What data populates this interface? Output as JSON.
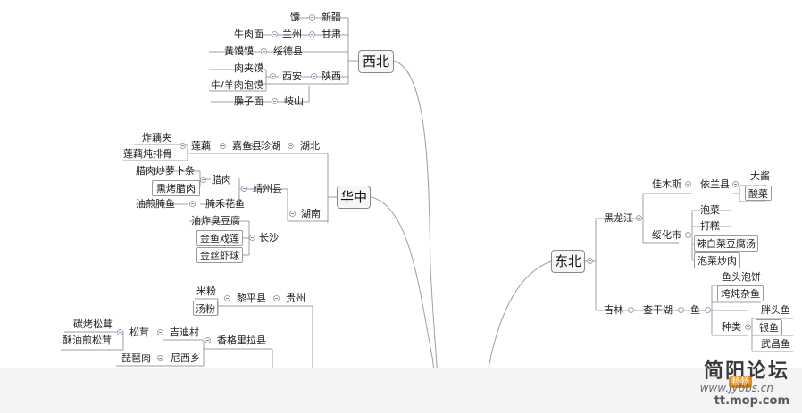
{
  "centers": {
    "xibei": "西北",
    "huazhong": "华中",
    "dongbei": "东北"
  },
  "xibei": {
    "xinjiang": "新疆",
    "nang": "馕",
    "gansu": "甘肃",
    "lanzhou": "兰州",
    "niuroumian": "牛肉面",
    "suidexian": "绥德县",
    "huangmomo": "黄馍馍",
    "shaanxi": "陕西",
    "xian": "西安",
    "roujiamo": "肉夹馍",
    "paomo": "牛/羊肉泡馍",
    "qishan": "岐山",
    "saozimian": "臊子面"
  },
  "huazhong": {
    "hubei": "湖北",
    "zhenhu": "珍湖",
    "jiayuxian": "嘉鱼县",
    "lianou": "莲藕",
    "zhaoujia": "炸藕夹",
    "lianoupaigu": "莲藕炖排骨",
    "hunan": "湖南",
    "jingzhouxian": "靖州县",
    "larou": "腊肉",
    "larouluobo": "腊肉炒萝卜条",
    "xunkaolarou": "熏烤腊肉",
    "yanhehuayu": "腌禾花鱼",
    "youjianyanyu": "油煎腌鱼",
    "changsha": "长沙",
    "choudoufu": "油炸臭豆腐",
    "jinyuxilian": "金鱼戏莲",
    "jinsixiaqiu": "金丝虾球"
  },
  "southwest": {
    "guizhou": "贵州",
    "lipingxian": "黎平县",
    "mifen": "米粉",
    "tangfen": "汤粉",
    "xianggelila": "香格里拉县",
    "jidicun": "吉迪村",
    "songrong": "松茸",
    "tankaosongrong": "碳烤松茸",
    "suyoujiansongrong": "酥油煎松茸",
    "nixixiang": "尼西乡",
    "pipaorou": "琵琶肉"
  },
  "dongbei": {
    "heilongjiang": "黑龙江",
    "jiamusi": "佳木斯",
    "yilanxian": "依兰县",
    "dajiang": "大酱",
    "suancai": "酸菜",
    "suihuashi": "绥化市",
    "paocai": "泡菜",
    "dagao": "打糕",
    "labaicaidoufu": "辣白菜豆腐汤",
    "paocaichaorou": "泡菜炒肉",
    "jilin": "吉林",
    "chaganhu": "查干湖",
    "yu": "鱼",
    "yutoupaobing": "鱼头泡饼",
    "guadunzayu": "垮炖杂鱼",
    "zhonglei": "种类",
    "pangtouyu": "胖头鱼",
    "yinyu": "银鱼",
    "wuchangyu": "武昌鱼"
  },
  "watermark": {
    "title": "简阳论坛",
    "sub": "畅畅",
    "url1": "www.jybbs.cn",
    "url2": "tt.mop.com"
  },
  "colors": {
    "line": "#9aa0a8",
    "node_border": "#8a8a8a",
    "toggle": "#9aa4b8"
  }
}
